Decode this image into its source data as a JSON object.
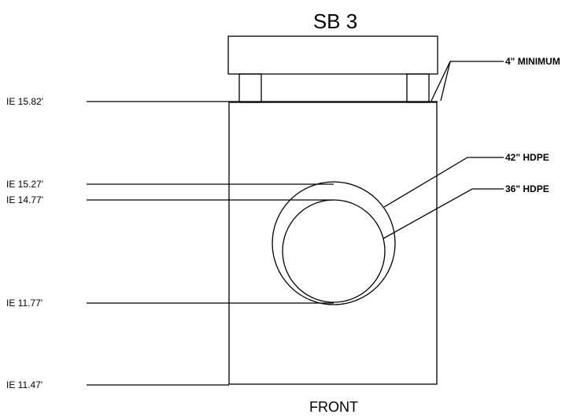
{
  "drawing": {
    "title": "SB 3",
    "view_label": "FRONT",
    "notes": {
      "minimum": "4\" MINIMUM",
      "pipe_42": "42\" HDPE",
      "pipe_36": "36\" HDPE"
    },
    "elevations": {
      "top": "IE 15.82'",
      "pipe_42_top": "IE 15.27'",
      "pipe_36_top": "IE 14.77'",
      "pipe_invert": "IE 11.77'",
      "bottom": "IE 11.47'"
    },
    "colors": {
      "line": "#000000",
      "background": "#ffffff"
    }
  }
}
